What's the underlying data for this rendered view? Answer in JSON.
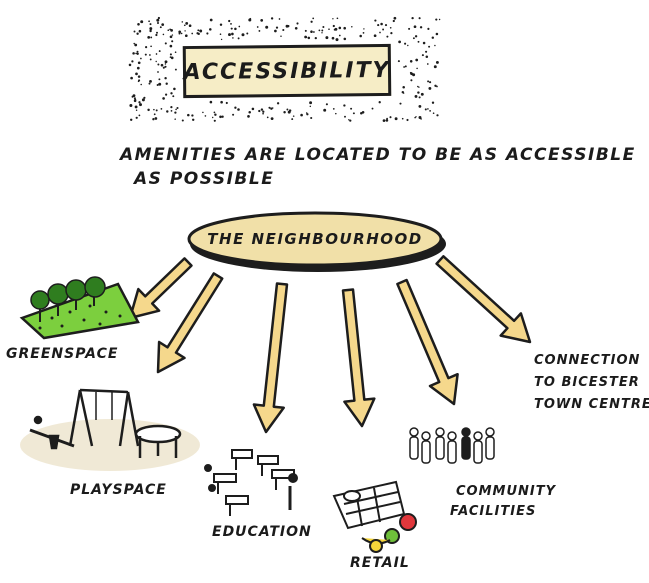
{
  "diagram": {
    "title": "ACCESSIBILITY",
    "subtitle_line1": "AMENITIES ARE LOCATED TO BE AS ACCESSIBLE",
    "subtitle_line2": "AS POSSIBLE",
    "hub": "THE NEIGHBOURHOOD",
    "nodes": {
      "greenspace": "GREENSPACE",
      "playspace": "PLAYSPACE",
      "education": "EDUCATION",
      "retail": "RETAIL",
      "community_line1": "COMMUNITY",
      "community_line2": "FACILITIES",
      "connection_line1": "CONNECTION",
      "connection_line2": "TO BICESTER",
      "connection_line3": "TOWN CENTRE"
    }
  },
  "colors": {
    "arrow_fill": "#f5d88c",
    "arrow_stroke": "#1d1d1d",
    "hub_fill": "#f1e0a8",
    "title_fill": "#f6edc6",
    "grass": "#7ccf3e",
    "tree": "#2f7d1f",
    "ink": "#1b1b1b"
  }
}
